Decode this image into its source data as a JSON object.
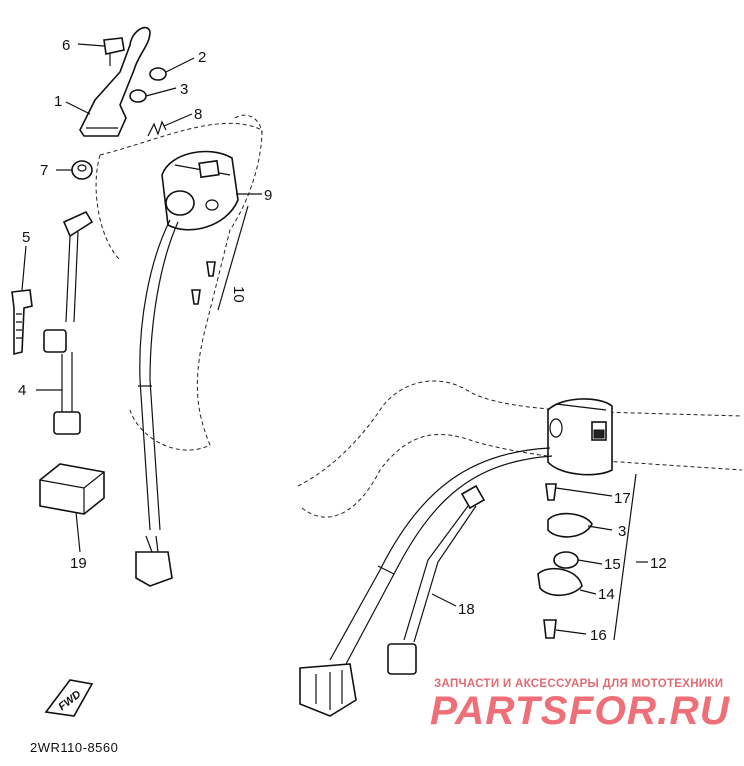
{
  "callouts": {
    "c1": "1",
    "c2": "2",
    "c3a": "3",
    "c4": "4",
    "c5": "5",
    "c6": "6",
    "c7": "7",
    "c8": "8",
    "c9": "9",
    "c10": "10",
    "c12": "12",
    "c14": "14",
    "c15": "15",
    "c16": "16",
    "c17": "17",
    "c3b": "3",
    "c18": "18",
    "c19": "19"
  },
  "fwd_label": "FWD",
  "diagram_code": "2WR110-8560",
  "watermark": {
    "tagline": "ЗАПЧАСТИ И АКСЕССУАРЫ ДЛЯ МОТОТЕХНИКИ",
    "brand": "PARTSFOR.RU",
    "color": "#ef6f78"
  }
}
